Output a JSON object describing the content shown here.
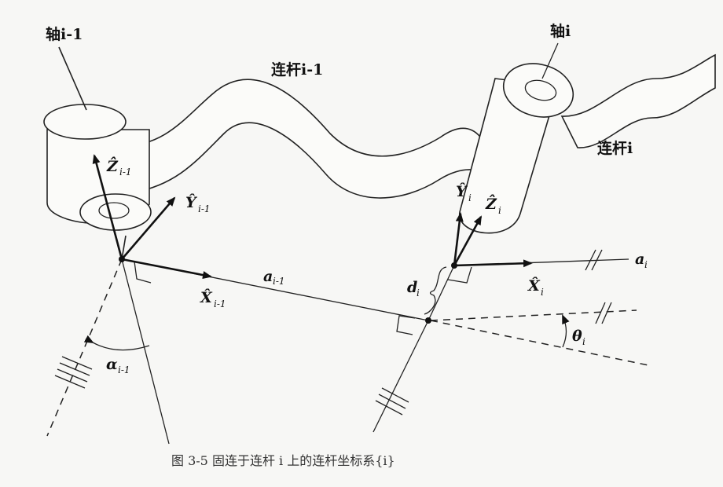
{
  "labels": {
    "axis_prev": "轴i-1",
    "axis_cur": "轴i",
    "link_prev": "连杆i-1",
    "link_cur": "连杆i",
    "z_prev": "Ẑ",
    "z_prev_sub": "i-1",
    "y_prev": "Ŷ",
    "y_prev_sub": "i-1",
    "x_prev": "X̂",
    "x_prev_sub": "i-1",
    "a_prev": "a",
    "a_prev_sub": "i-1",
    "alpha_prev": "α",
    "alpha_prev_sub": "i-1",
    "y_cur": "Ŷ",
    "y_cur_sub": "i",
    "z_cur": "Ẑ",
    "z_cur_sub": "i",
    "x_cur": "X̂",
    "x_cur_sub": "i",
    "d_cur": "d",
    "d_cur_sub": "i",
    "a_cur": "a",
    "a_cur_sub": "i",
    "theta_cur": "θ",
    "theta_cur_sub": "i"
  },
  "caption": "图 3-5   固连于连杆 i 上的连杆坐标系{i}"
}
